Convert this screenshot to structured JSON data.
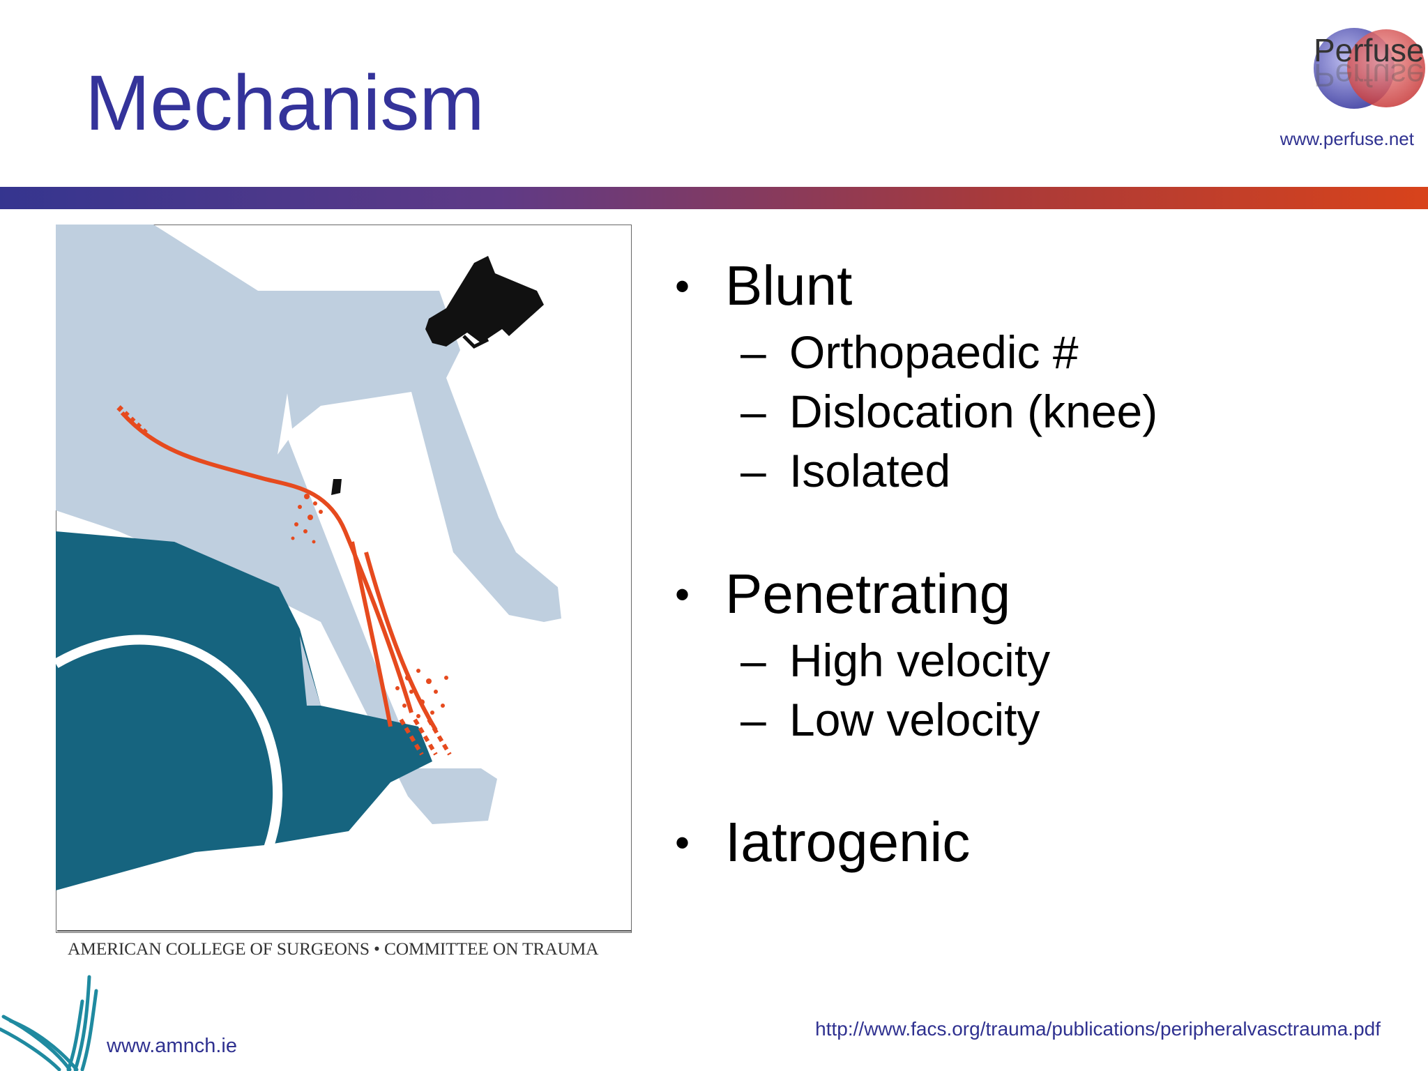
{
  "slide": {
    "title": "Mechanism",
    "site_url_top": "www.perfuse.net",
    "site_url_bottom": "www.amnch.ie",
    "source_url": "http://www.facs.org/trauma/publications/peripheralvasctrauma.pdf"
  },
  "logo": {
    "text": "Perfuse"
  },
  "illustration": {
    "caption": "AMERICAN COLLEGE OF SURGEONS • COMMITTEE ON TRAUMA",
    "colors": {
      "skin": "#bfcfdf",
      "car": "#16647f",
      "artery": "#e64a1e",
      "gun": "#111111"
    }
  },
  "bullets": [
    {
      "label": "Blunt",
      "subs": [
        "Orthopaedic #",
        "Dislocation (knee)",
        "Isolated"
      ]
    },
    {
      "label": "Penetrating",
      "subs": [
        "High velocity",
        "Low velocity"
      ]
    },
    {
      "label": "Iatrogenic",
      "subs": []
    }
  ],
  "glyphs": {
    "bullet": "•",
    "dash": "–"
  },
  "colors": {
    "title": "#34339a",
    "link": "#2f3190"
  }
}
